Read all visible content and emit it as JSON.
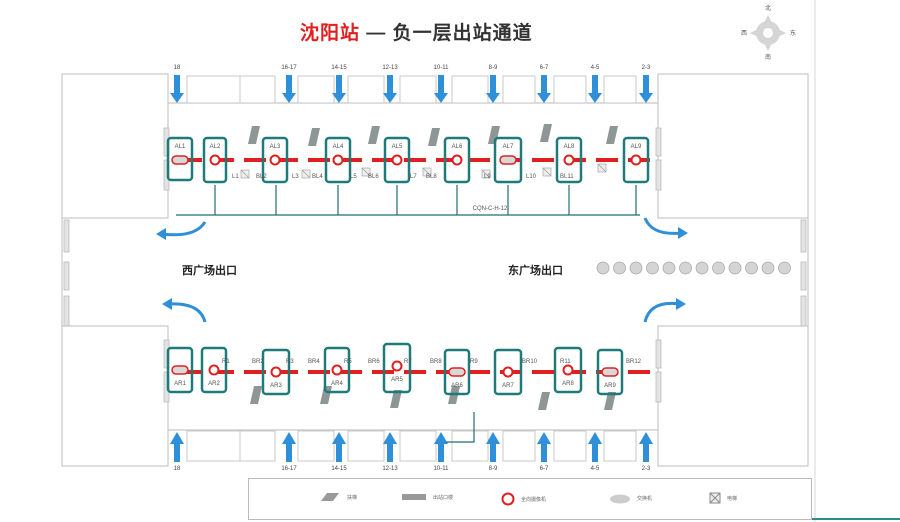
{
  "title": {
    "station": "沈阳站",
    "rest": " — 负一层出站通道"
  },
  "compass": {
    "north": "北",
    "south": "南",
    "east": "东",
    "west": "西"
  },
  "exits": {
    "west": "西广场出口",
    "east": "东广场出口"
  },
  "top_stairs": [
    "18",
    "16-17",
    "14-15",
    "12-13",
    "10-11",
    "8-9",
    "6-7",
    "4-5",
    "2-3"
  ],
  "bottom_stairs": [
    "18",
    "16-17",
    "14-15",
    "12-13",
    "10-11",
    "8-9",
    "6-7",
    "4-5",
    "2-3"
  ],
  "top_points": [
    "AL1",
    "AL2",
    "AL3",
    "AL4",
    "AL5",
    "AL6",
    "AL7",
    "AL8",
    "AL9"
  ],
  "bottom_points": [
    "AR1",
    "AR2",
    "AR3",
    "AR4",
    "AR5",
    "AR6",
    "AR7",
    "AR8",
    "AR9"
  ],
  "top_small": [
    "L1",
    "BL2",
    "L3",
    "BL4",
    "L5",
    "BL6",
    "L7",
    "BL8",
    "L9",
    "L10",
    "BL11"
  ],
  "bottom_small": [
    "R1",
    "BR2",
    "R3",
    "BR4",
    "R5",
    "BR6",
    "R7",
    "BR8",
    "R9",
    "BR10",
    "R11",
    "BR12"
  ],
  "cable_label": "CQN-C-H-12",
  "legend": [
    {
      "icon": "escalator-icon",
      "label": "扶梯"
    },
    {
      "icon": "stair-icon",
      "label": "出站口楼"
    },
    {
      "icon": "camera-point-icon",
      "label": "全向摄像机"
    },
    {
      "icon": "cloud-icon",
      "label": "交换机"
    },
    {
      "icon": "box-icon",
      "label": "电梯"
    }
  ],
  "colors": {
    "accent": "#e02020",
    "teal": "#1f7a7a",
    "arrow": "#2f8fd8",
    "line": "#1f6f75"
  }
}
